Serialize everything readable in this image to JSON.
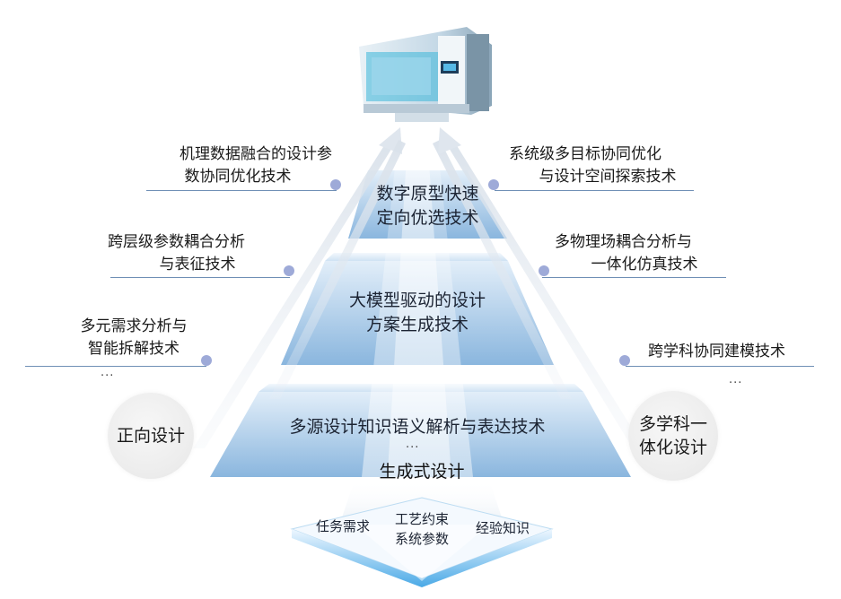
{
  "tiers": {
    "top": [
      "数字原型快速",
      "定向优选技术"
    ],
    "middle": [
      "大模型驱动的设计",
      "方案生成技术"
    ],
    "bottom": "多源设计知识语义解析与表达技术",
    "bottom_ellipsis": "...",
    "foundation": "生成式设计"
  },
  "left_labels": [
    [
      "机理数据融合的设计参",
      "数协同优化技术"
    ],
    [
      "跨层级参数耦合分析",
      "与表征技术"
    ],
    [
      "多元需求分析与",
      "智能拆解技术"
    ]
  ],
  "right_labels": [
    [
      "系统级多目标协同优化",
      "与设计空间探索技术"
    ],
    [
      "多物理场耦合分析与",
      "一体化仿真技术"
    ],
    [
      "跨学科协同建模技术"
    ]
  ],
  "left_ellipsis": "...",
  "right_ellipsis": "...",
  "left_circle": "正向设计",
  "right_circle": [
    "多学科一",
    "体化设计"
  ],
  "base_inputs": {
    "left": "任务需求",
    "center": [
      "工艺约束",
      "系统参数"
    ],
    "right": "经验知识"
  },
  "colors": {
    "tier_light": "#dcebf8",
    "tier_dark": "#86b3dc",
    "dot": "#9eaad8",
    "underline": "#6f8fb5"
  }
}
